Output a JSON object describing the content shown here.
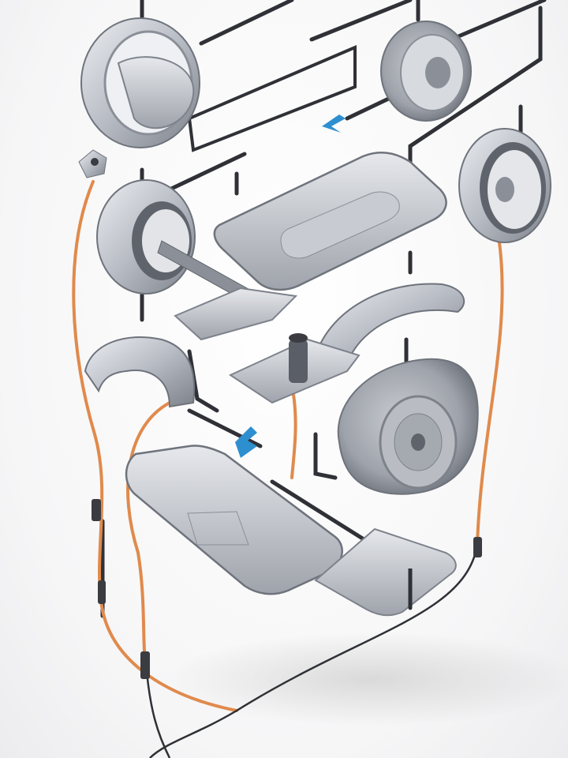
{
  "scene": {
    "colors": {
      "metal_light": "#d9dbe0",
      "metal_mid": "#a9adb5",
      "metal_dark": "#6e737c",
      "rod": "#2f3136",
      "cable": "#e08a4c",
      "arrow": "#2e8fd0",
      "background": "#f8f8f9"
    },
    "parts": [
      "wheel-ring-top-left",
      "wheel-hub-top-right",
      "wheel-pod-right",
      "wheel-axle-middle-left",
      "tray-top",
      "tray-small",
      "fender-right",
      "fender-left",
      "plate-with-post",
      "disc-large",
      "deck-bottom",
      "plate-small",
      "orange-cables",
      "black-rods",
      "blue-arrows"
    ]
  }
}
